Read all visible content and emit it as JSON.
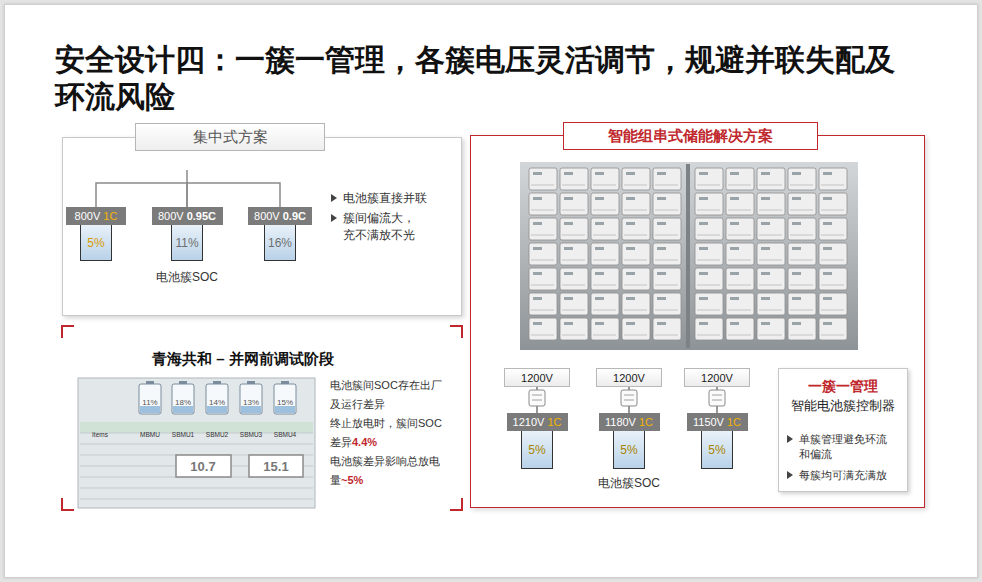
{
  "diagram": {
    "title": "安全设计四：一簇一管理，各簇电压灵活调节，规避并联失配及环流风险",
    "nodes": [
      {
        "text": [
          "集中式方案",
          "电池簇直接并联",
          "簇间偏流大，充不满放不光"
        ]
      },
      {
        "text": [
          "800V",
          "1C",
          "5%"
        ],
        "in": 0
      },
      {
        "text": [
          "800V",
          "0.95C",
          "11%"
        ],
        "in": 0
      },
      {
        "text": [
          "800V",
          "0.9C",
          "16%"
        ],
        "in": 0
      },
      {
        "text": [
          "青海共和 – 并网前调试阶段"
        ]
      },
      {
        "text": [
          "智能组串式储能解决方案"
        ]
      },
      {
        "text": [
          "1200V"
        ],
        "in": 5
      },
      {
        "text": [
          "1200V"
        ],
        "in": 5
      },
      {
        "text": [
          "1200V"
        ],
        "in": 5
      },
      {
        "text": [
          "1210V",
          "1C",
          "5%"
        ],
        "in": 5
      },
      {
        "text": [
          "1180V",
          "1C",
          "5%"
        ],
        "in": 5
      },
      {
        "text": [
          "1150V",
          "1C",
          "5%"
        ],
        "in": 5
      },
      {
        "text": [
          "一簇一管理",
          "智能电池簇控制器",
          "单簇管理避免环流和偏流",
          "每簇均可满充满放"
        ],
        "in": 5
      }
    ],
    "edges": [
      {
        "from": 1,
        "to": 2,
        "arrow": "none"
      },
      {
        "from": 2,
        "to": 3,
        "arrow": "none"
      },
      {
        "from": 6,
        "to": 9,
        "arrow": "none"
      },
      {
        "from": 7,
        "to": 10,
        "arrow": "none"
      },
      {
        "from": 8,
        "to": 11,
        "arrow": "none"
      }
    ],
    "labels": [
      "电池簇SOC",
      "电池簇间SOC存在出厂及运行差异",
      "终止放电时，簇间SOC差异",
      "4.4%",
      "电池簇差异影响总放电量",
      "~5%",
      "电池簇SOC",
      "11%",
      "18%",
      "14%",
      "13%",
      "15%",
      "Items",
      "MBMU",
      "SBMU1",
      "SBMU2",
      "SBMU3",
      "SBMU4",
      "10.7",
      "15.1"
    ]
  }
}
